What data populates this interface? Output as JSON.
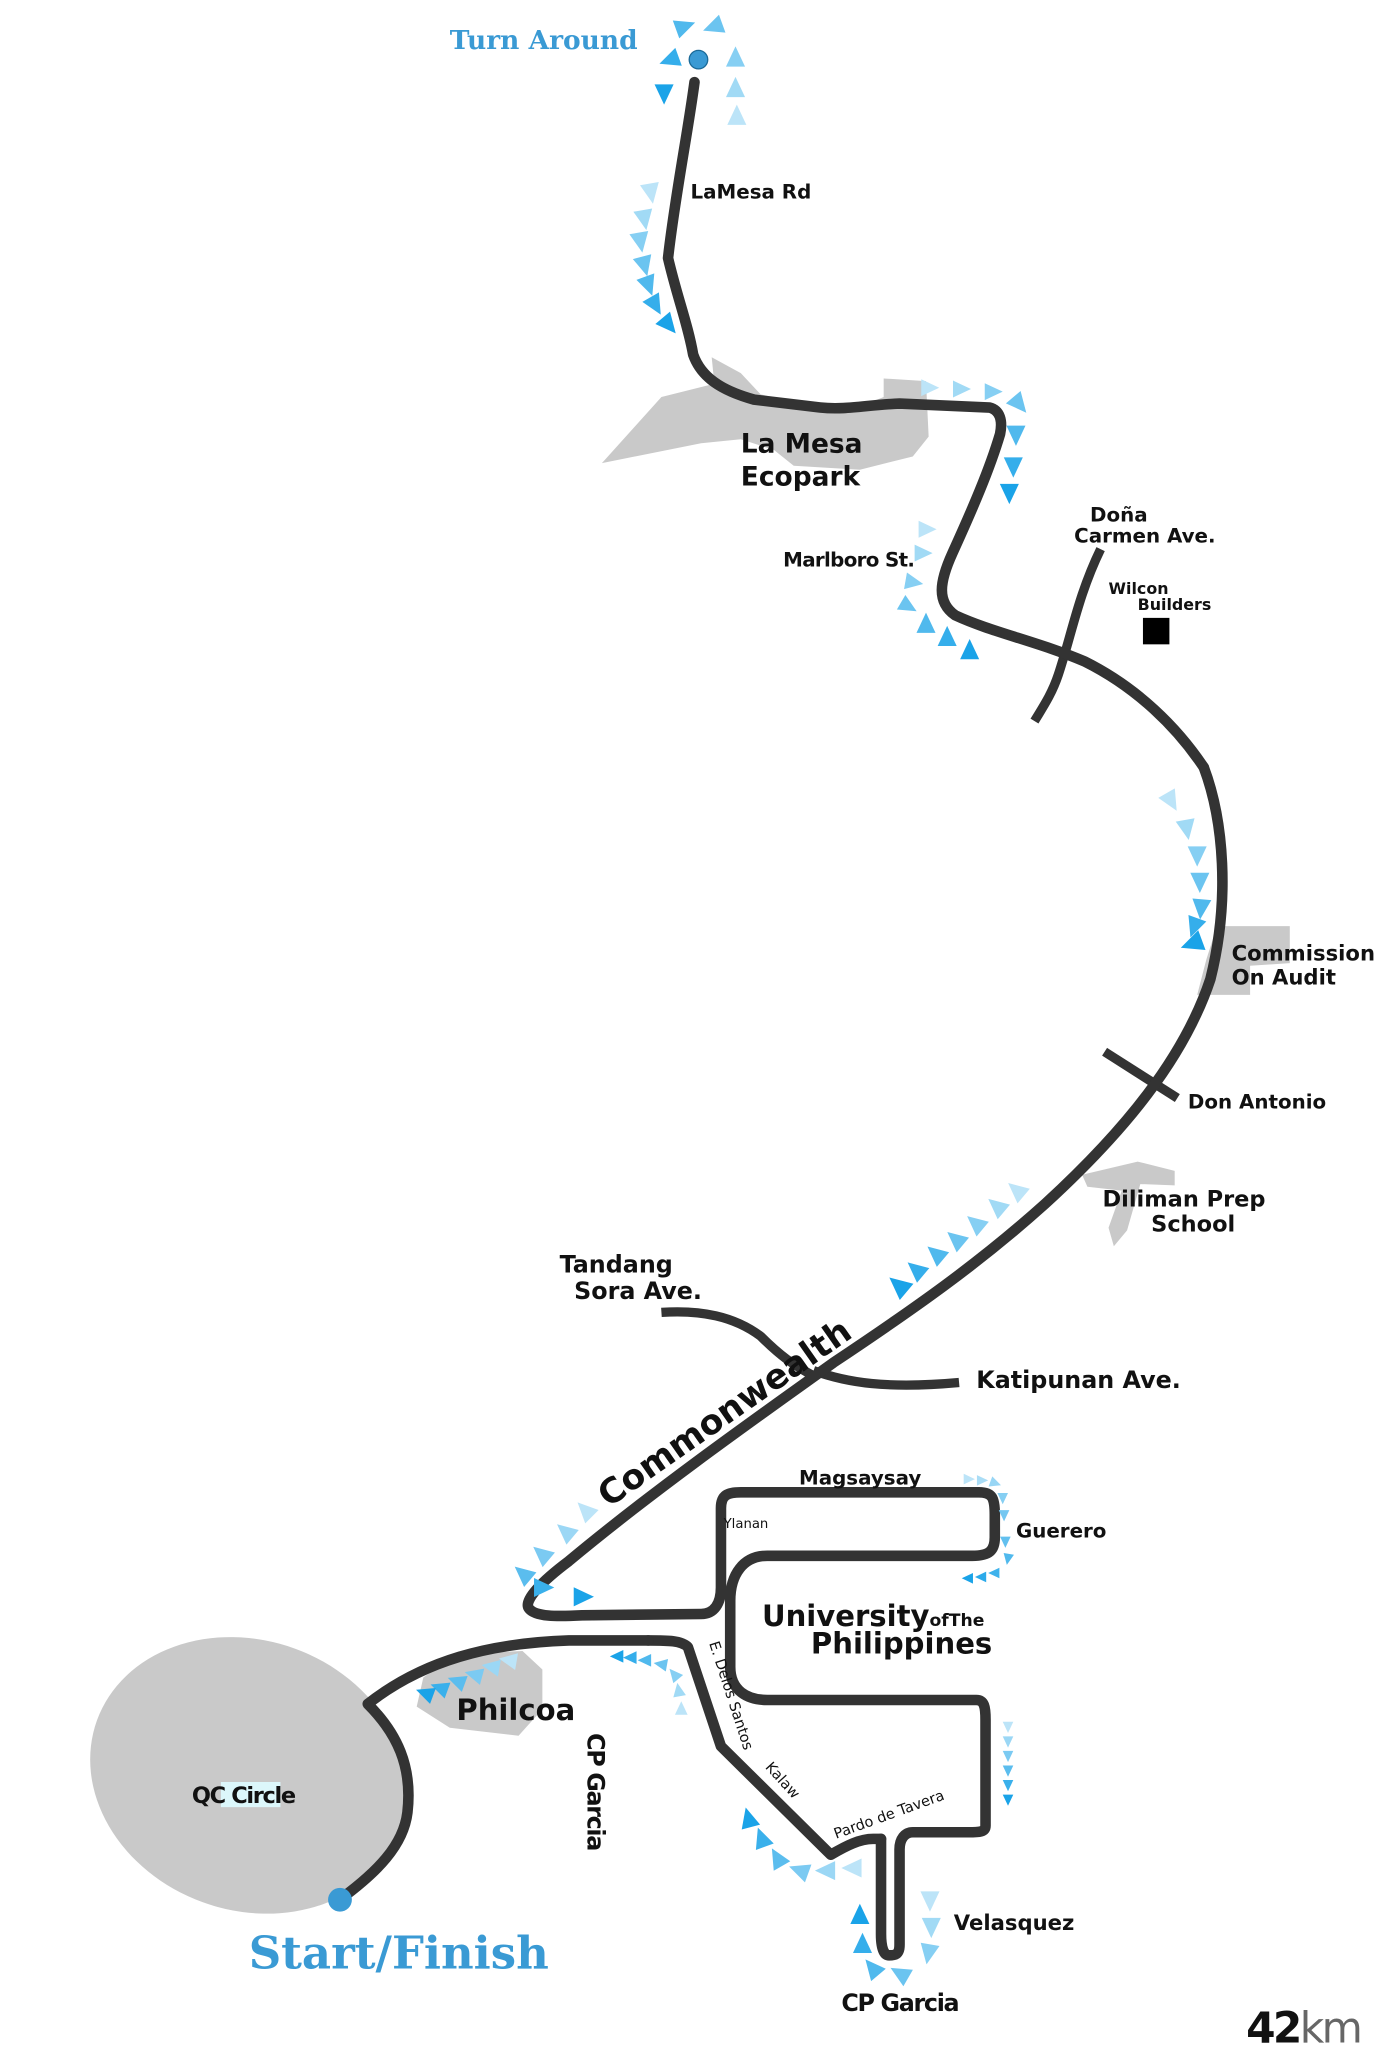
{
  "map": {
    "title": "42km",
    "distance": {
      "value": "42",
      "unit": "km"
    },
    "colors": {
      "road": "#333333",
      "area": "#c9c9c9",
      "arrow_dark": "#1aa3e8",
      "arrow_light": "#d8f0fb",
      "marker": "#3a9ad4",
      "label_blue": "#3a9ad4"
    },
    "markers": {
      "turn_around": "Turn Around",
      "start_finish": "Start/Finish"
    },
    "landmarks": {
      "la_mesa_ecopark": [
        "La Mesa",
        "Ecopark"
      ],
      "wilcon_builders": [
        "Wilcon",
        "Builders"
      ],
      "commission_on_audit": [
        "Commission",
        "On Audit"
      ],
      "diliman_prep_school": [
        "Diliman Prep",
        "School"
      ],
      "university_of_the_philippines": {
        "main": "University",
        "small": "ofThe",
        "line2": "Philippines"
      },
      "philcoa": "Philcoa",
      "qc_circle": "QC Circle"
    },
    "streets": {
      "la_mesa_rd": "LaMesa Rd",
      "marlboro_st": "Marlboro St.",
      "dona_carmen_ave": [
        "Doña",
        "Carmen Ave."
      ],
      "don_antonio": "Don Antonio",
      "tandang_sora_ave": [
        "Tandang",
        "Sora Ave."
      ],
      "katipunan_ave": "Katipunan Ave.",
      "commonwealth": "Commonwealth",
      "magsaysay": "Magsaysay",
      "ylanan": "Ylanan",
      "guerero": "Guerero",
      "e_delos_santos": "E. Delos Santos",
      "kalaw": "Kalaw",
      "pardo_de_tavera": "Pardo de Tavera",
      "velasquez": "Velasquez",
      "cp_garcia_bottom": "CP Garcia",
      "cp_garcia_vertical": "CP Garcia"
    }
  }
}
